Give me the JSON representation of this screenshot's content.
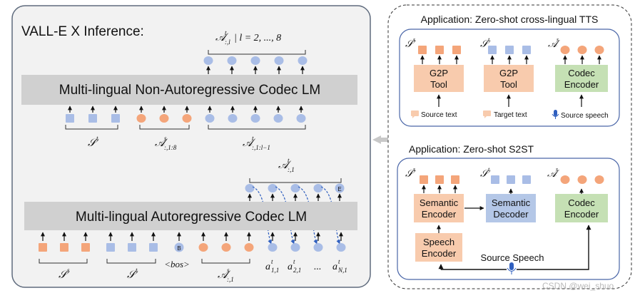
{
  "left_panel": {
    "title": "VALL-E X Inference:",
    "nar_label": "Multi-lingual Non-Autoregressive Codec LM",
    "ar_label": "Multi-lingual Autoregressive Codec LM",
    "nar_output_sym": "𝒜",
    "nar_output_sup": "t",
    "nar_output_sub": ":,l",
    "nar_output_rest": " | l = 2, ..., 8",
    "nar_in_st_sym": "𝒮",
    "nar_in_st_sup": "t",
    "nar_in_as_sym": "𝒜",
    "nar_in_as_sup": "s",
    "nar_in_as_sub": ":,1:8",
    "nar_in_at_sym": "𝒜",
    "nar_in_at_sup": "t",
    "nar_in_at_sub": ":,1:l−1",
    "ar_output_sym": "𝒜",
    "ar_output_sup": "t",
    "ar_output_sub": ":,1",
    "eos_token": "E",
    "bos_token": "B",
    "bos_label": "<bos>",
    "ar_in_ss_sym": "𝒮",
    "ar_in_ss_sup": "s",
    "ar_in_st_sym": "𝒮",
    "ar_in_st_sup": "t",
    "ar_in_as_sym": "𝒜",
    "ar_in_as_sup": "s",
    "ar_in_as_sub": ":,1",
    "a11": "a",
    "a11_sup": "t",
    "a11_sub": "1,1",
    "a21": "a",
    "a21_sup": "t",
    "a21_sub": "2,1",
    "ellipsis": "...",
    "aN1": "a",
    "aN1_sup": "t",
    "aN1_sub": "N,1"
  },
  "tts_panel": {
    "title": "Application: Zero-shot cross-lingual TTS",
    "ss_sym": "𝒮",
    "ss_sup": "s",
    "st_sym": "𝒮",
    "st_sup": "t",
    "as_sym": "𝒜",
    "as_sup": "s",
    "g2p_1_line1": "G2P",
    "g2p_1_line2": "Tool",
    "g2p_2_line1": "G2P",
    "g2p_2_line2": "Tool",
    "codec_line1": "Codec",
    "codec_line2": "Encoder",
    "source_text": "Source text",
    "target_text": "Target text",
    "source_speech": "Source speech"
  },
  "s2st_panel": {
    "title": "Application: Zero-shot S2ST",
    "ss_sym": "𝒮",
    "ss_sup": "s",
    "st_sym": "𝒮",
    "st_sup": "t",
    "as_sym": "𝒜",
    "as_sup": "s",
    "sem_enc_line1": "Semantic",
    "sem_enc_line2": "Encoder",
    "sem_dec_line1": "Semantic",
    "sem_dec_line2": "Decoder",
    "codec_line1": "Codec",
    "codec_line2": "Encoder",
    "speech_enc_line1": "Speech",
    "speech_enc_line2": "Encoder",
    "source_speech": "Source Speech"
  },
  "watermark": "CSDN @wei_shuo",
  "colors": {
    "orange_fill": "#f4a57a",
    "orange_box": "#f8cbad",
    "blue_fill": "#a9bde6",
    "blue_box": "#b4c7e7",
    "green_box": "#c5e0b4",
    "gray_bar": "#d0d0d0",
    "panel_bg": "#f2f2f2",
    "panel_border": "#5f6b7d"
  }
}
